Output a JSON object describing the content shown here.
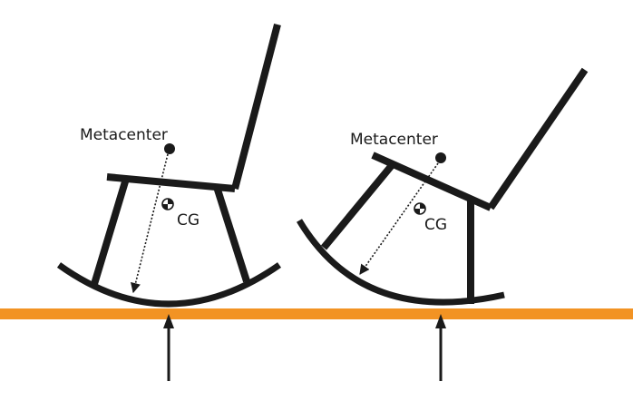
{
  "colors": {
    "ground": "#f29323",
    "ink": "#1a1a1a",
    "background": "#ffffff"
  },
  "left_chair": {
    "metacenter_label": "Metacenter",
    "cg_label": "CG"
  },
  "right_chair": {
    "metacenter_label": "Metacenter",
    "cg_label": "CG"
  }
}
